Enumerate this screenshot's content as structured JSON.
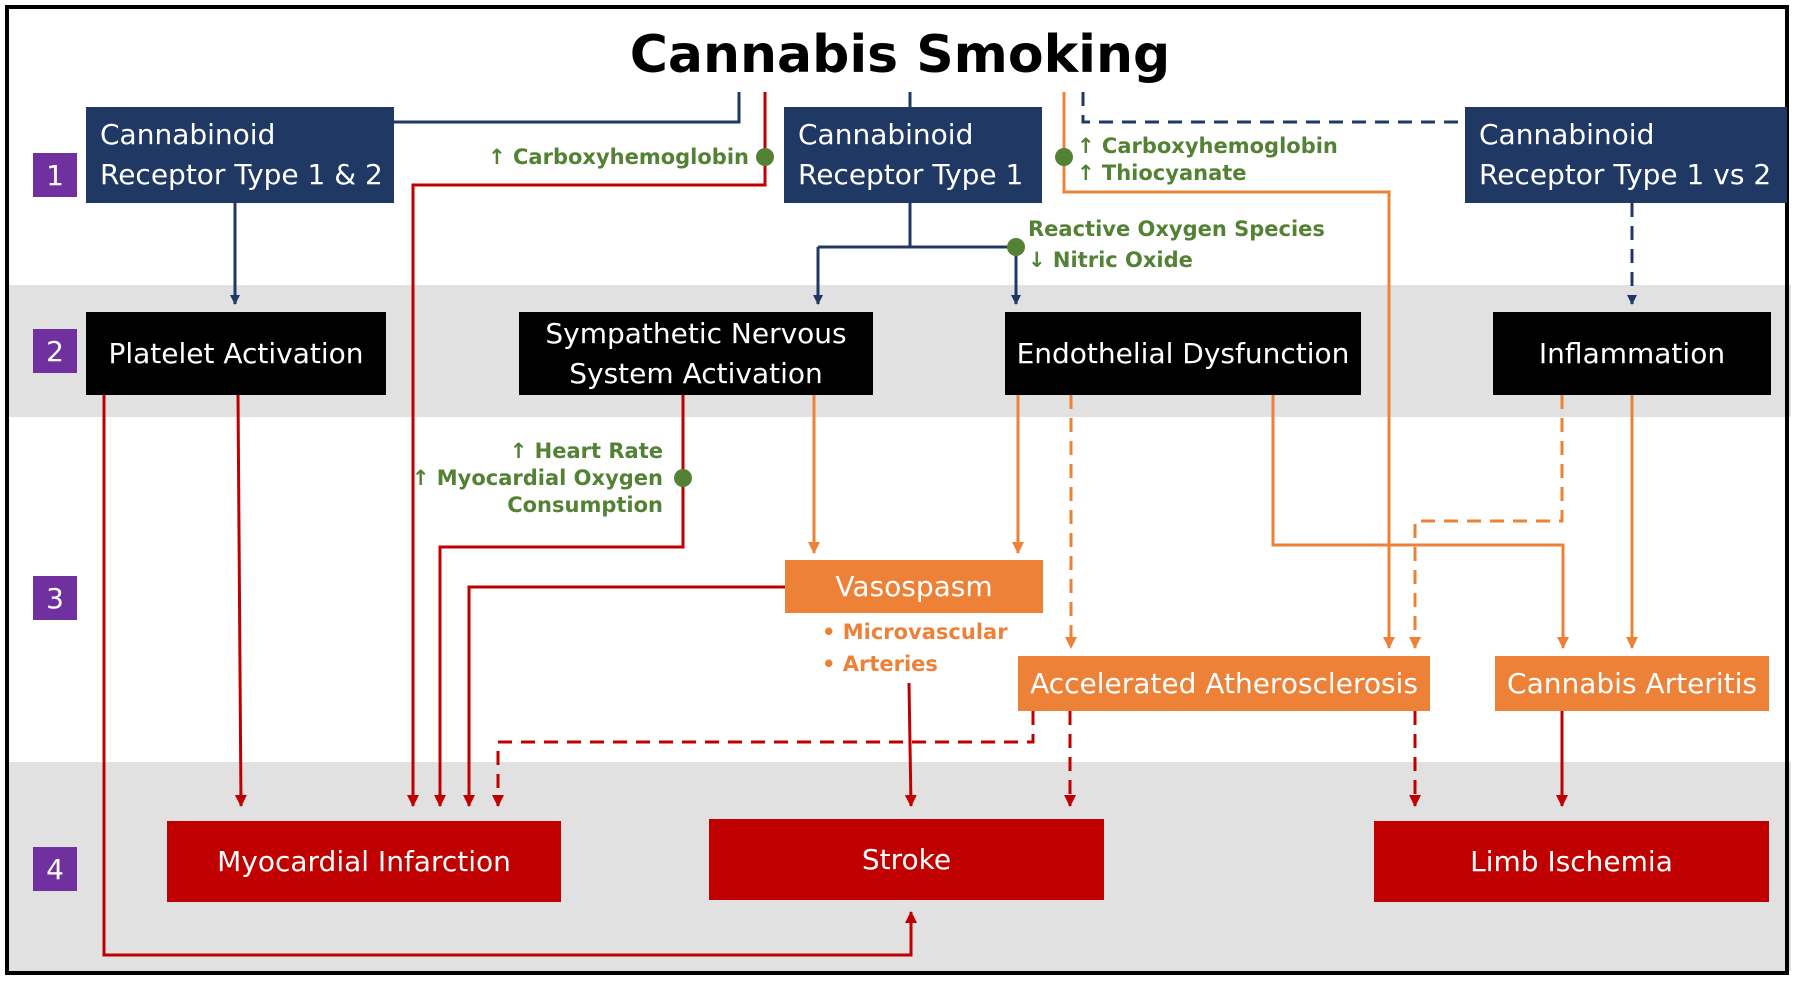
{
  "title": "Cannabis Smoking",
  "levels": [
    "1",
    "2",
    "3",
    "4"
  ],
  "receptors": {
    "cb12": "Cannabinoid\nReceptor Type 1 & 2",
    "cb1": "Cannabinoid\nReceptor Type 1",
    "cb1v2": "Cannabinoid\nReceptor Type 1 vs 2"
  },
  "mechanisms": {
    "platelet": "Platelet Activation",
    "sympathetic": "Sympathetic Nervous\nSystem Activation",
    "endothelial": "Endothelial Dysfunction",
    "inflammation": "Inflammation"
  },
  "processes": {
    "vasospasm": "Vasospasm",
    "atherosclerosis": "Accelerated Atherosclerosis",
    "arteritis": "Cannabis Arteritis"
  },
  "outcomes": {
    "mi": "Myocardial Infarction",
    "stroke": "Stroke",
    "limb": "Limb Ischemia"
  },
  "notes": {
    "carboxy_left": "↑ Carboxyhemoglobin",
    "carboxy_right_1": "↑ Carboxyhemoglobin",
    "carboxy_right_2": "↑ Thiocyanate",
    "ros_1": "Reactive Oxygen Species",
    "ros_2": "↓ Nitric Oxide",
    "hr_1": "↑ Heart Rate",
    "hr_2": "↑ Myocardial Oxygen",
    "hr_3": "Consumption"
  },
  "vasospasm_bullets": [
    "• Microvascular",
    "• Arteries"
  ],
  "colors": {
    "receptor": "#1f3864",
    "mechanism": "#000000",
    "process": "#ed8137",
    "outcome": "#c00000",
    "level_badge": "#7030a0",
    "annotation": "#548235",
    "band": "#e1e1e1"
  }
}
